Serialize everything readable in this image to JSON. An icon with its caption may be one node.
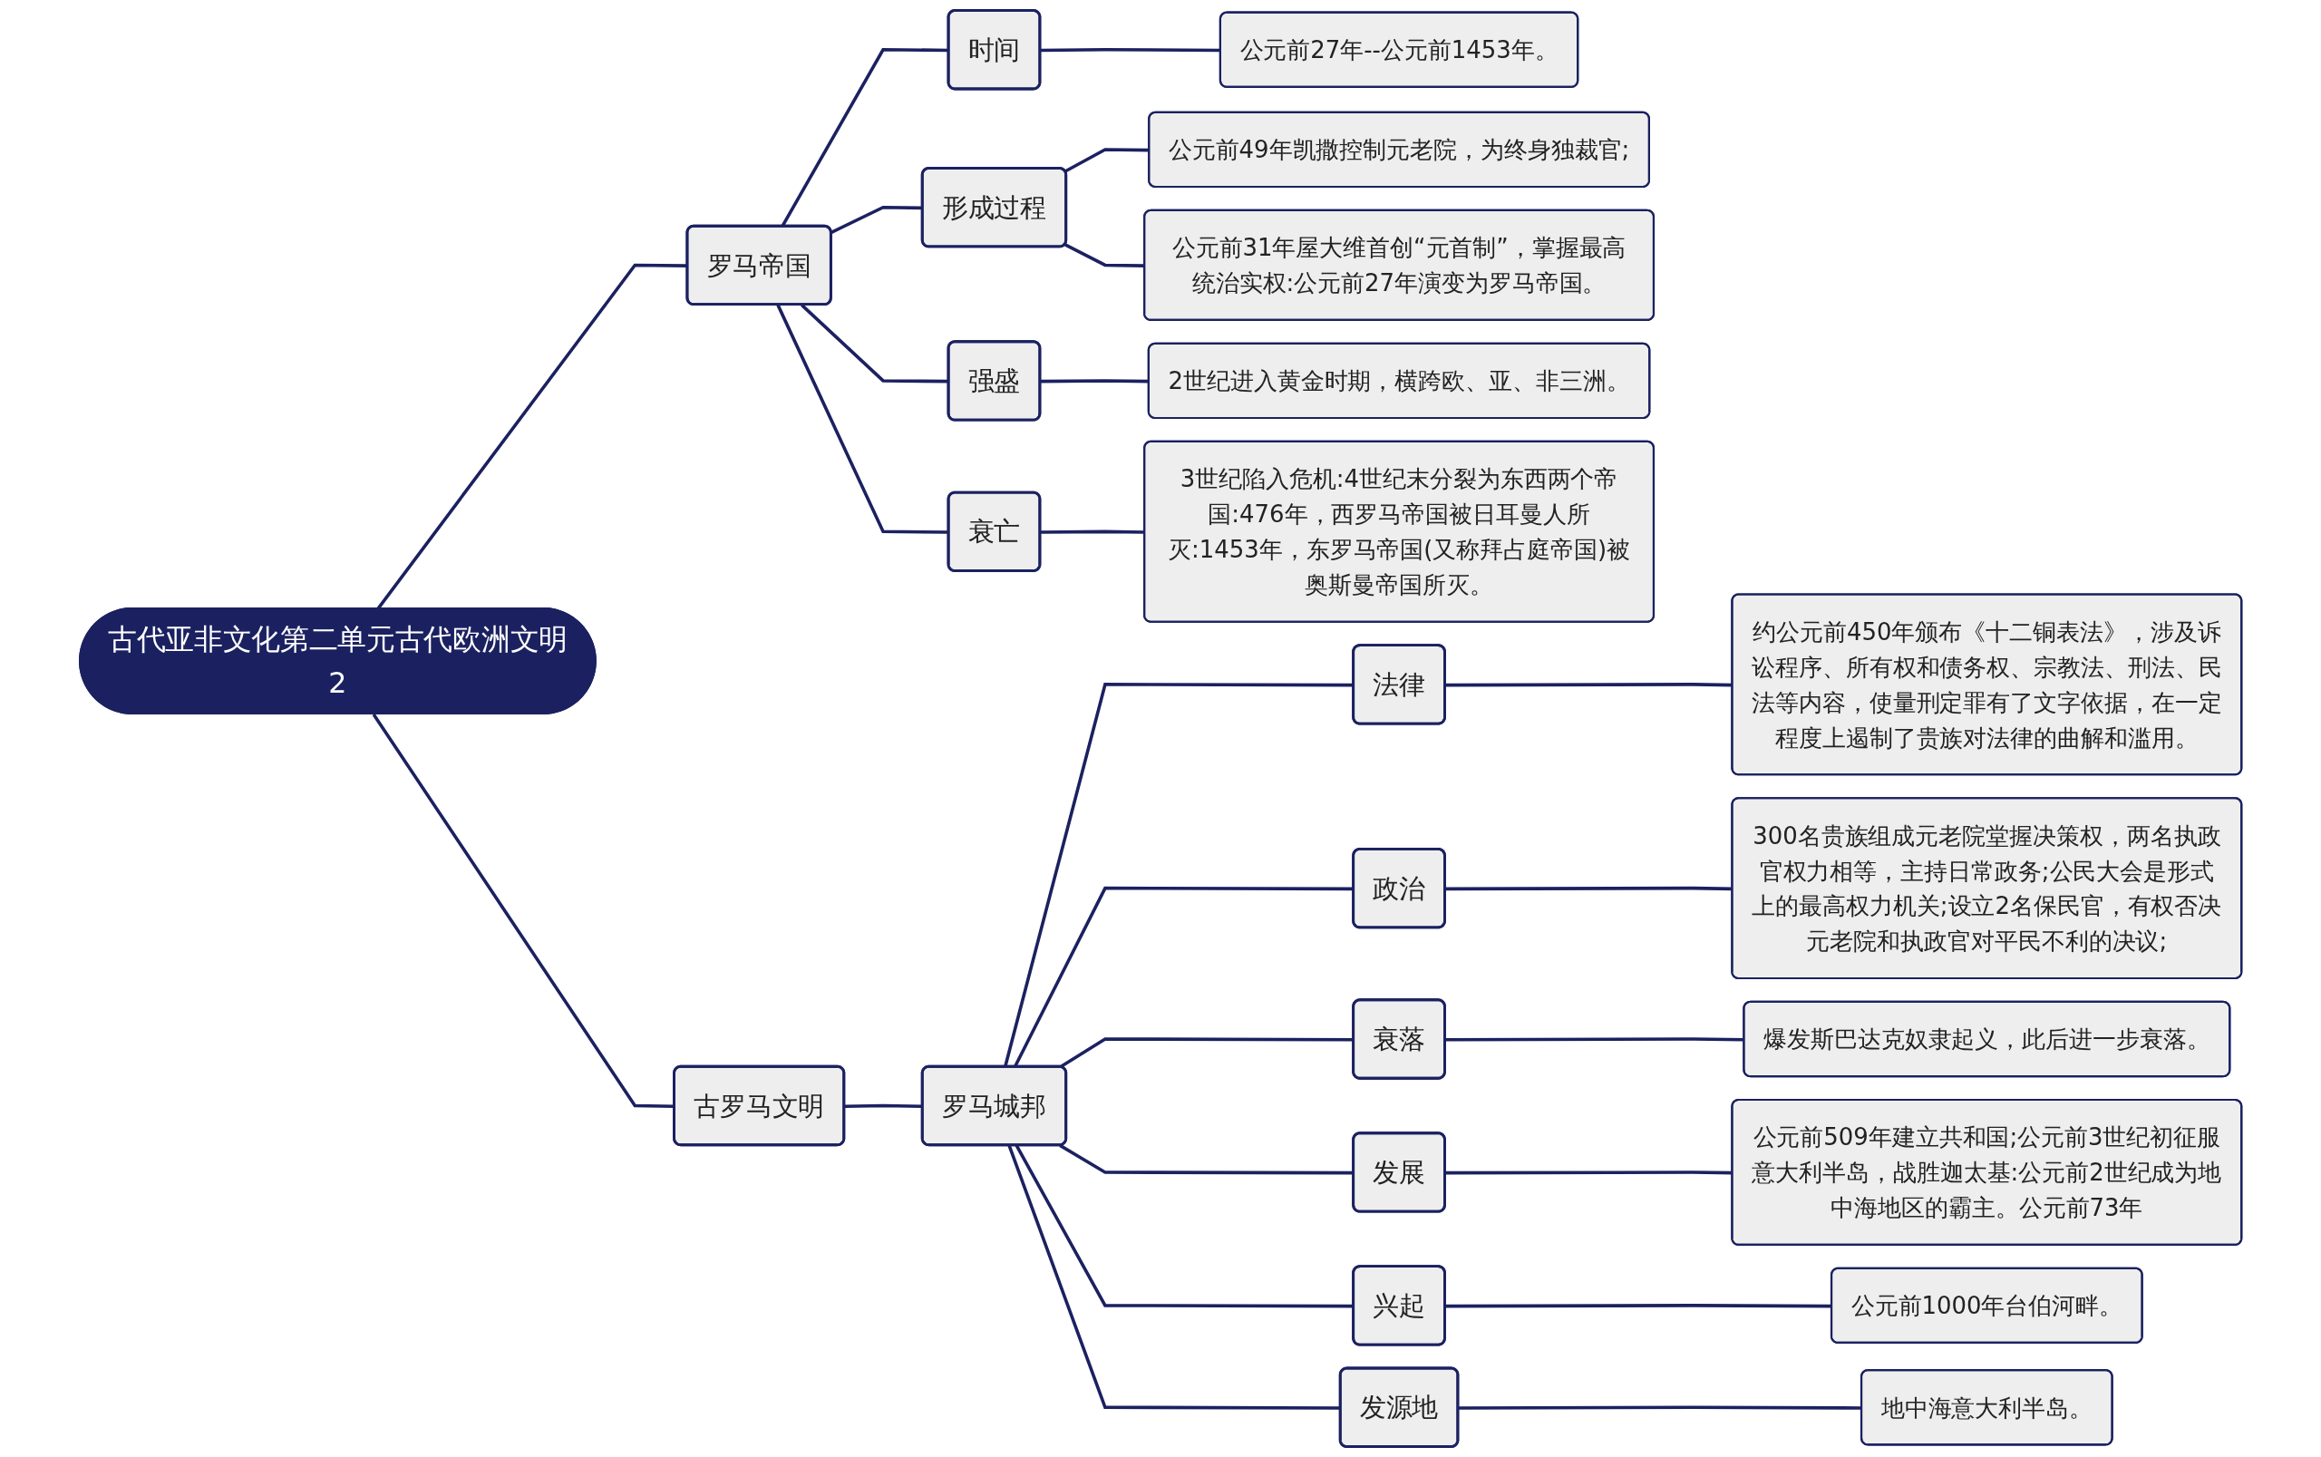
{
  "diagram": {
    "nodes": [
      {
        "text": [
          "古代亚非文化第二单元古代欧洲文明2"
        ]
      },
      {
        "text": [
          "罗马帝国"
        ]
      },
      {
        "text": [
          "时间"
        ]
      },
      {
        "text": [
          "公元前27年--公元前1453年。"
        ]
      },
      {
        "text": [
          "形成过程"
        ]
      },
      {
        "text": [
          "公元前49年凯撒控制元老院，为终身独裁官;"
        ]
      },
      {
        "text": [
          "公元前31年屋大维首创“元首制”，掌握最高统治实权:公元前27年演变为罗马帝国。"
        ]
      },
      {
        "text": [
          "强盛"
        ]
      },
      {
        "text": [
          "2世纪进入黄金时期，横跨欧、亚、非三洲。"
        ]
      },
      {
        "text": [
          "衰亡"
        ]
      },
      {
        "text": [
          "3世纪陷入危机:4世纪末分裂为东西两个帝国:476年，西罗马帝国被日耳曼人所灭:1453年，东罗马帝国(又称拜占庭帝国)被奥斯曼帝国所灭。"
        ]
      },
      {
        "text": [
          "古罗马文明"
        ]
      },
      {
        "text": [
          "法律"
        ]
      },
      {
        "text": [
          "约公元前450年颁布《十二铜表法》，涉及诉讼程序、所有权和债务权、宗教法、刑法、民法等内容，使量刑定罪有了文字依据，在一定程度上遏制了贵族对法律的曲解和滥用。"
        ]
      },
      {
        "text": [
          "政治"
        ]
      },
      {
        "text": [
          "300名贵族组成元老院堂握决策权，两名执政官权力相等，主持日常政务;公民大会是形式上的最高权力机关;设立2名保民官，有权否决元老院和执政官对平民不利的决议;"
        ]
      },
      {
        "text": [
          "衰落"
        ]
      },
      {
        "text": [
          "爆发斯巴达克奴隶起义，此后进一步衰落。"
        ]
      },
      {
        "text": [
          "发展"
        ]
      },
      {
        "text": [
          "公元前509年建立共和国;公元前3世纪初征服意大利半岛，战胜迦太基:公元前2世纪成为地中海地区的霸主。公元前73年"
        ]
      },
      {
        "text": [
          "兴起"
        ]
      },
      {
        "text": [
          "公元前1000年台伯河畔。"
        ]
      },
      {
        "text": [
          "发源地"
        ]
      },
      {
        "text": [
          "地中海意大利半岛。"
        ]
      },
      {
        "text": [
          "罗马城邦"
        ]
      }
    ],
    "edges": [
      {
        "from": 0,
        "to": 1,
        "arrow": "none"
      },
      {
        "from": 1,
        "to": 2,
        "arrow": "none"
      },
      {
        "from": 2,
        "to": 3,
        "arrow": "none"
      },
      {
        "from": 1,
        "to": 4,
        "arrow": "none"
      },
      {
        "from": 4,
        "to": 5,
        "arrow": "none"
      },
      {
        "from": 4,
        "to": 6,
        "arrow": "none"
      },
      {
        "from": 1,
        "to": 7,
        "arrow": "none"
      },
      {
        "from": 7,
        "to": 8,
        "arrow": "none"
      },
      {
        "from": 1,
        "to": 9,
        "arrow": "none"
      },
      {
        "from": 9,
        "to": 10,
        "arrow": "none"
      },
      {
        "from": 0,
        "to": 11,
        "arrow": "none"
      },
      {
        "from": 11,
        "to": 24,
        "arrow": "none"
      },
      {
        "from": 24,
        "to": 12,
        "arrow": "none"
      },
      {
        "from": 12,
        "to": 13,
        "arrow": "none"
      },
      {
        "from": 24,
        "to": 14,
        "arrow": "none"
      },
      {
        "from": 14,
        "to": 15,
        "arrow": "none"
      },
      {
        "from": 24,
        "to": 16,
        "arrow": "none"
      },
      {
        "from": 16,
        "to": 17,
        "arrow": "none"
      },
      {
        "from": 24,
        "to": 18,
        "arrow": "none"
      },
      {
        "from": 18,
        "to": 19,
        "arrow": "none"
      },
      {
        "from": 24,
        "to": 20,
        "arrow": "none"
      },
      {
        "from": 20,
        "to": 21,
        "arrow": "none"
      },
      {
        "from": 24,
        "to": 22,
        "arrow": "none"
      },
      {
        "from": 22,
        "to": 23,
        "arrow": "none"
      }
    ]
  }
}
